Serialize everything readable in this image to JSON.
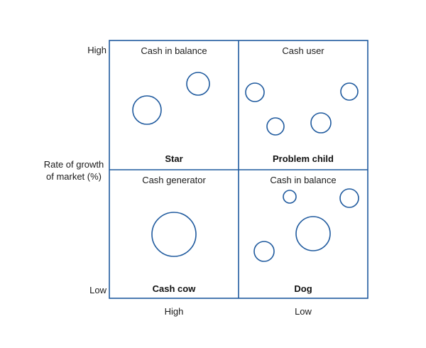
{
  "colors": {
    "frame": "#1f5a9e",
    "circle": "#1f5a9e",
    "text": "#1a1a1a"
  },
  "axes": {
    "y_title_line1": "Rate of growth",
    "y_title_line2": "of market (%)",
    "y_high": "High",
    "y_low": "Low",
    "x_high": "High",
    "x_low": "Low"
  },
  "quadrants": [
    {
      "id": "star",
      "caption": "Cash in balance",
      "name": "Star"
    },
    {
      "id": "problem-child",
      "caption": "Cash user",
      "name": "Problem child"
    },
    {
      "id": "cash-cow",
      "caption": "Cash generator",
      "name": "Cash cow"
    },
    {
      "id": "dog",
      "caption": "Cash in balance",
      "name": "Dog"
    }
  ]
}
